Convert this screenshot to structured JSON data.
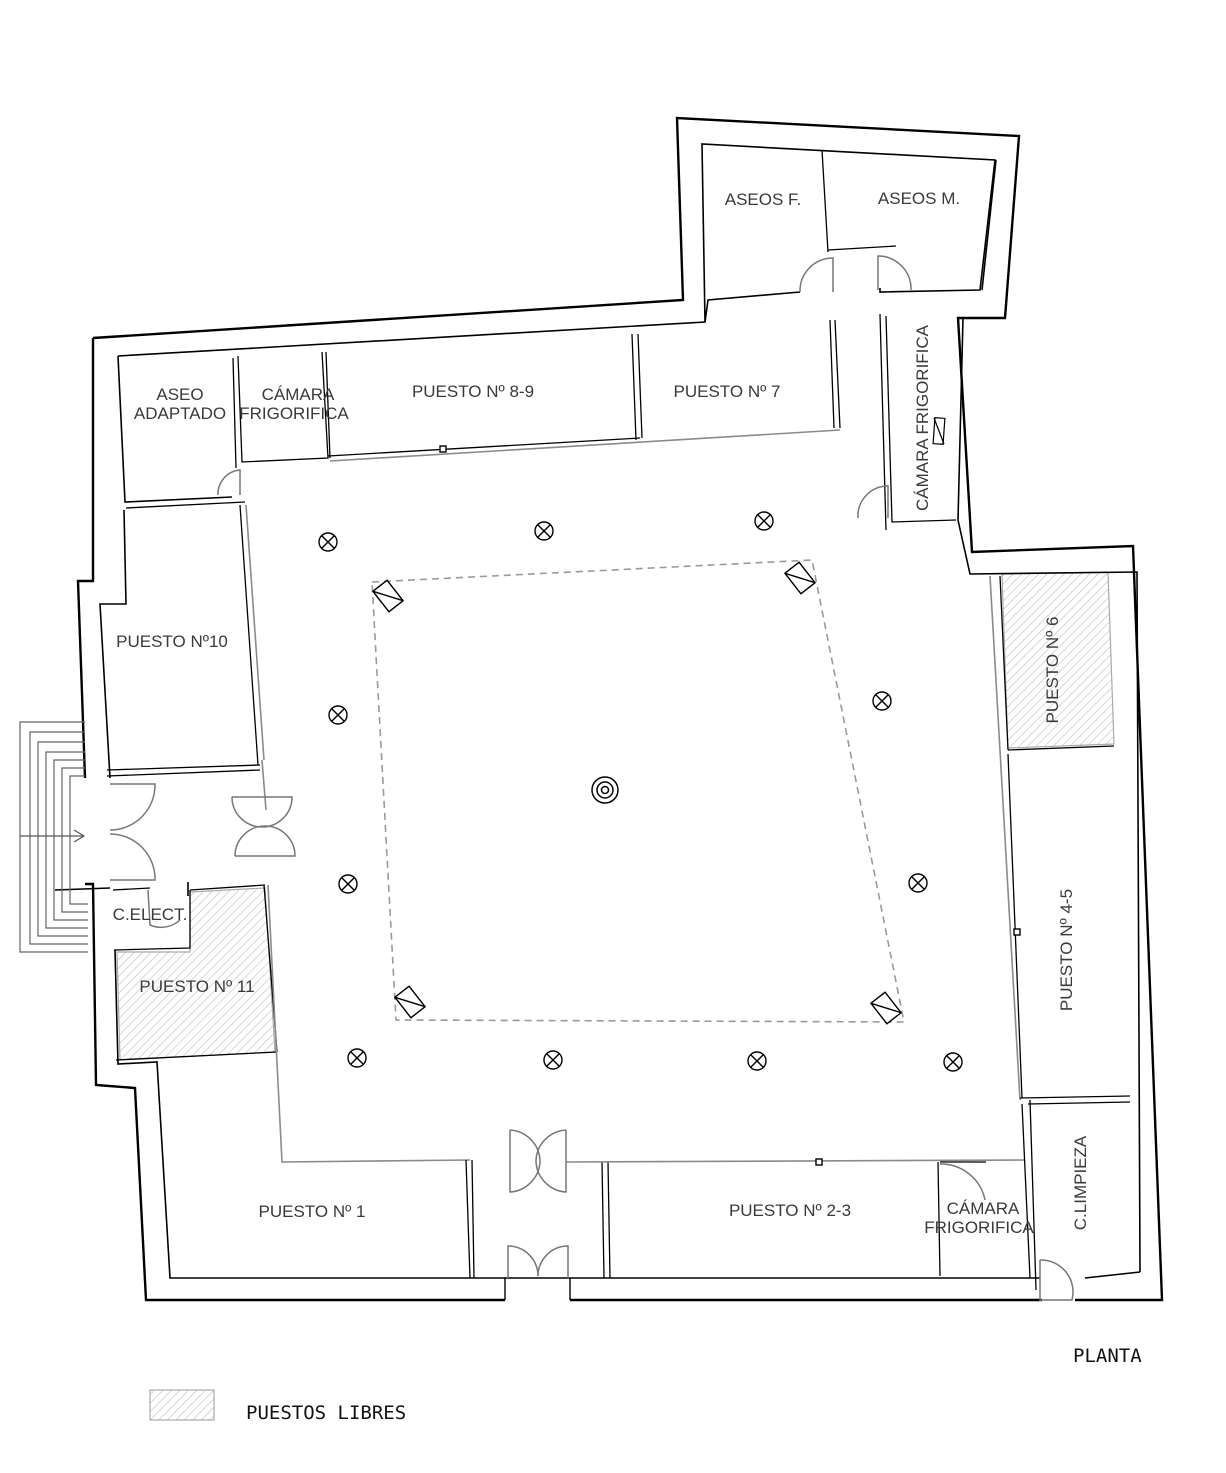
{
  "plan": {
    "title": "PLANTA",
    "legend": {
      "label": "PUESTOS LIBRES"
    },
    "rooms": {
      "aseos_f": "ASEOS F.",
      "aseos_m": "ASEOS M.",
      "aseo_adaptado_1": "ASEO",
      "aseo_adaptado_2": "ADAPTADO",
      "camara_nw_1": "CÁMARA",
      "camara_nw_2": "FRIGORIFICA",
      "puesto_8_9": "PUESTO Nº 8-9",
      "puesto_7": "PUESTO Nº 7",
      "camara_ne": "CÁMARA FRIGORIFICA",
      "puesto_10": "PUESTO Nº10",
      "puesto_6": "PUESTO Nº 6",
      "c_elect": "C.ELECT.",
      "puesto_11": "PUESTO Nº 11",
      "puesto_4_5": "PUESTO Nº 4-5",
      "c_limpieza": "C.LIMPIEZA",
      "puesto_1": "PUESTO Nº 1",
      "puesto_2_3": "PUESTO Nº 2-3",
      "camara_se_1": "CÁMARA",
      "camara_se_2": "FRIGORIFICA"
    },
    "free_stalls": [
      "PUESTO Nº 6",
      "PUESTO Nº 11"
    ],
    "hatch_color": "#bdbdbd",
    "icons": [
      "column-icon",
      "light-fixture-icon",
      "central-drain-icon",
      "door-swing-icon",
      "stairs-icon"
    ]
  }
}
